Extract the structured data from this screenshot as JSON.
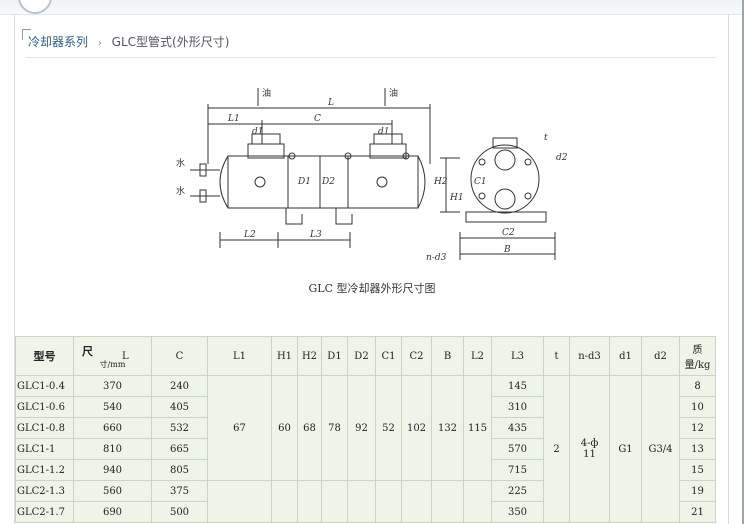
{
  "breadcrumb": {
    "root": "冷却器系列",
    "separator": "›",
    "current": "GLC型管式(外形尺寸)"
  },
  "figure": {
    "caption": "GLC 型冷却器外形尺寸图",
    "labels": {
      "oil_left": "油",
      "oil_right": "油",
      "water_top": "水",
      "water_bottom": "水",
      "L": "L",
      "L1": "L1",
      "C": "C",
      "d1_left": "d1",
      "d1_right": "d1",
      "L2": "L2",
      "L3": "L3",
      "D1": "D1",
      "D2": "D2",
      "H2": "H2",
      "H1": "H1",
      "C1": "C1",
      "t": "t",
      "d2": "d2",
      "C2": "C2",
      "B": "B",
      "nd3": "n-d3"
    }
  },
  "table": {
    "headers": {
      "model": "型号",
      "size_top": "尺",
      "size_bottom": "寸/mm",
      "L": "L",
      "C": "C",
      "L1": "L1",
      "H1": "H1",
      "H2": "H2",
      "D1": "D1",
      "D2": "D2",
      "C1": "C1",
      "C2": "C2",
      "B": "B",
      "L2": "L2",
      "L3": "L3",
      "t": "t",
      "nd3": "n-d3",
      "d1": "d1",
      "d2": "d2",
      "mass_top": "质",
      "mass_bottom": "量/kg"
    },
    "shared": {
      "L1": "67",
      "H1": "60",
      "H2": "68",
      "D1": "78",
      "D2": "92",
      "C1": "52",
      "C2": "102",
      "B": "132",
      "L2": "115",
      "t": "2",
      "nd3_top": "4-ф",
      "nd3_bottom": "11",
      "d1": "G1",
      "d2": "G3/4"
    },
    "rows": [
      {
        "model": "GLC1-0.4",
        "L": "370",
        "C": "240",
        "L3": "145",
        "mass": "8"
      },
      {
        "model": "GLC1-0.6",
        "L": "540",
        "C": "405",
        "L3": "310",
        "mass": "10"
      },
      {
        "model": "GLC1-0.8",
        "L": "660",
        "C": "532",
        "L3": "435",
        "mass": "12"
      },
      {
        "model": "GLC1-1",
        "L": "810",
        "C": "665",
        "L3": "570",
        "mass": "13"
      },
      {
        "model": "GLC1-1.2",
        "L": "940",
        "C": "805",
        "L3": "715",
        "mass": "15"
      },
      {
        "model": "GLC2-1.3",
        "L": "560",
        "C": "375",
        "L3": "225",
        "mass": "19"
      },
      {
        "model": "GLC2-1.7",
        "L": "690",
        "C": "500",
        "L3": "350",
        "mass": "21"
      }
    ]
  }
}
